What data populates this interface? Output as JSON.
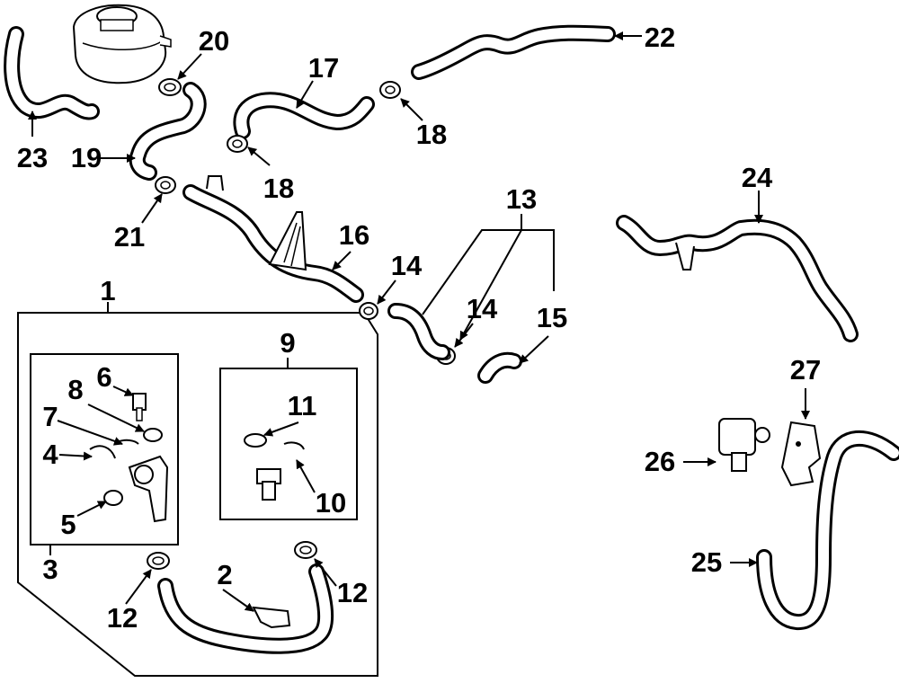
{
  "callouts": {
    "c1": "1",
    "c2": "2",
    "c3": "3",
    "c4": "4",
    "c5": "5",
    "c6": "6",
    "c7": "7",
    "c8": "8",
    "c9": "9",
    "c10": "10",
    "c11": "11",
    "c12a": "12",
    "c12b": "12",
    "c13": "13",
    "c14a": "14",
    "c14b": "14",
    "c15": "15",
    "c16": "16",
    "c17": "17",
    "c18a": "18",
    "c18b": "18",
    "c19": "19",
    "c20": "20",
    "c21": "21",
    "c22": "22",
    "c23": "23",
    "c24": "24",
    "c25": "25",
    "c26": "26",
    "c27": "27"
  }
}
